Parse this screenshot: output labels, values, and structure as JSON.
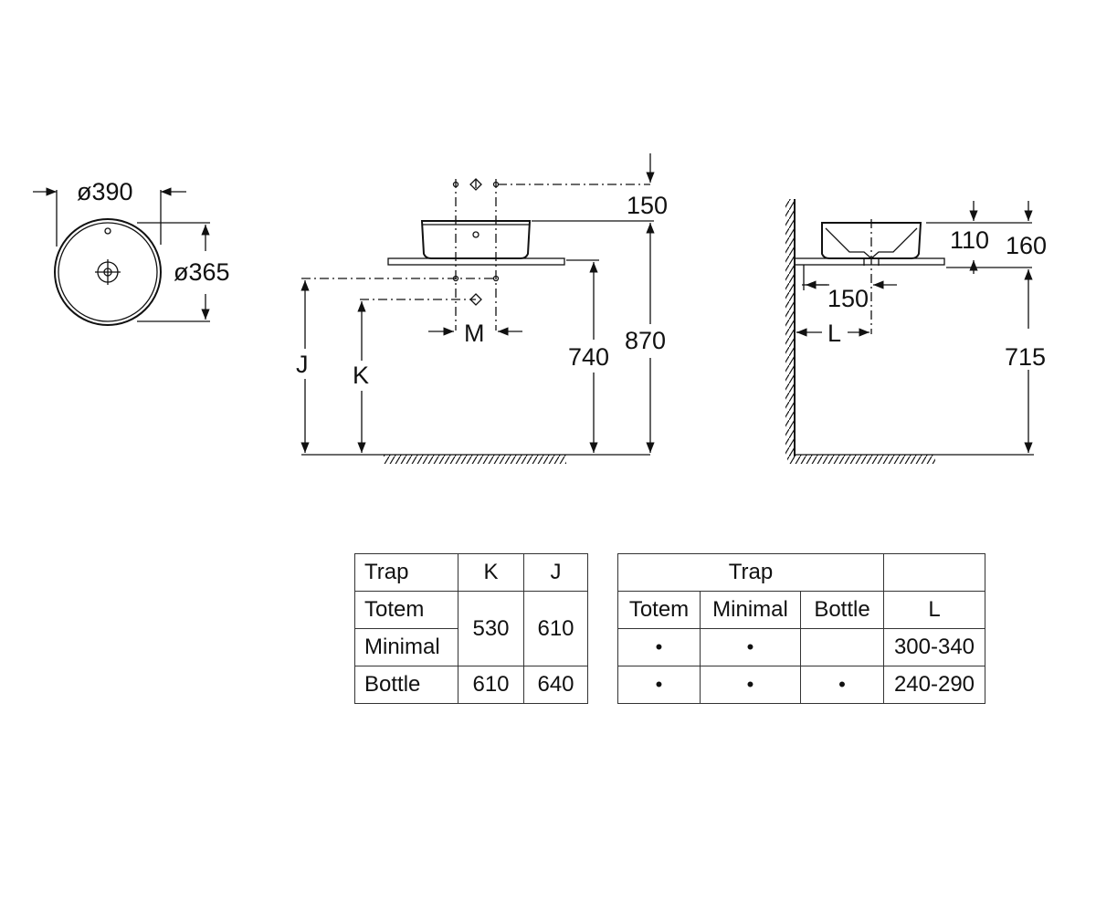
{
  "plan_view": {
    "outer_diameter_label": "ø390",
    "inner_diameter_label": "ø365"
  },
  "front_view": {
    "tap_offset_label": "150",
    "height_basin_top_label": "870",
    "height_counter_label": "740",
    "dim_j_label": "J",
    "dim_k_label": "K",
    "dim_m_label": "M"
  },
  "side_view": {
    "bowl_depth_label": "110",
    "basin_height_label": "160",
    "waste_offset_label": "150",
    "dim_l_label": "L",
    "counter_height_label": "715"
  },
  "table_kj": {
    "headers": [
      "Trap",
      "K",
      "J"
    ],
    "rows": [
      {
        "trap": "Totem"
      },
      {
        "trap": "Minimal"
      },
      {
        "trap": "Bottle",
        "k": "610",
        "j": "640"
      }
    ],
    "merged_k": "530",
    "merged_j": "610"
  },
  "table_l": {
    "group_header": "Trap",
    "subheaders": [
      "Totem",
      "Minimal",
      "Bottle"
    ],
    "l_header": "L",
    "rows": [
      {
        "totem": "•",
        "minimal": "•",
        "bottle": "",
        "l": "300-340"
      },
      {
        "totem": "•",
        "minimal": "•",
        "bottle": "•",
        "l": "240-290"
      }
    ]
  }
}
